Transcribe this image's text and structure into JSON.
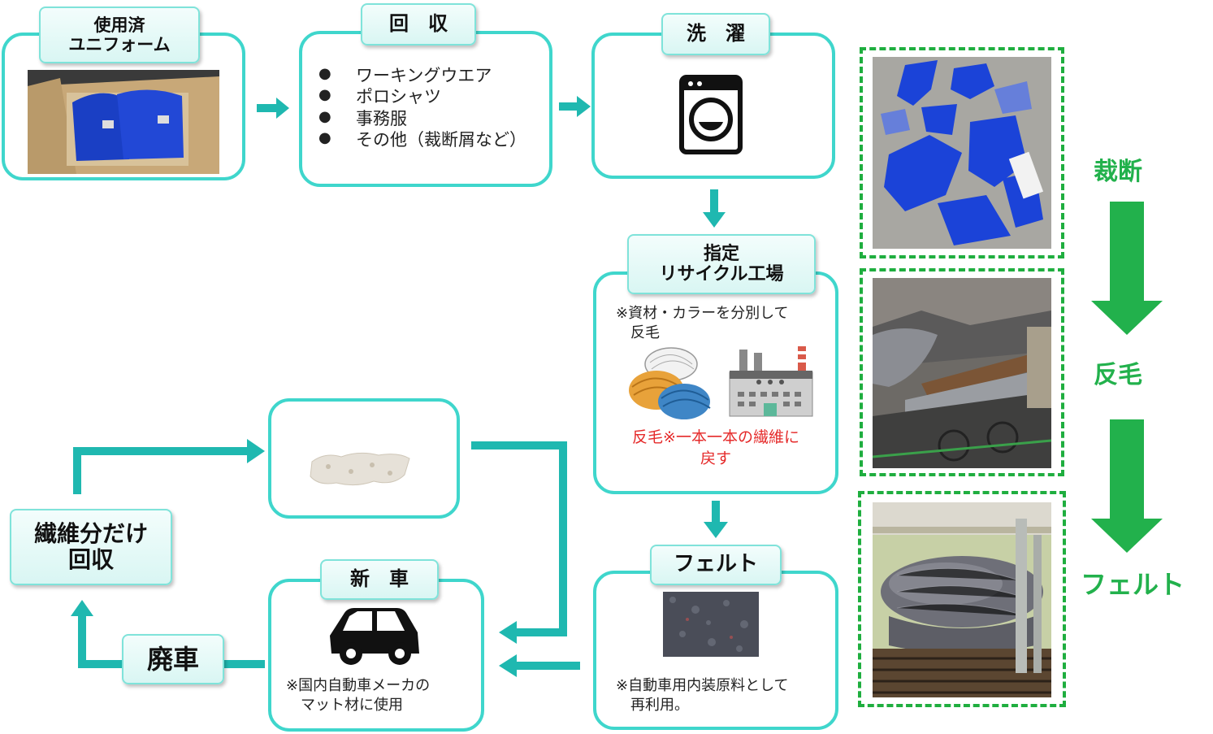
{
  "flow": {
    "used": {
      "title": "使用済\nユニフォーム",
      "photo_icon": "uniforms-in-box-photo"
    },
    "collect": {
      "title": "回　収",
      "items": [
        "ワーキングウエア",
        "ポロシャツ",
        "事務服",
        "その他（裁断屑など）"
      ]
    },
    "wash": {
      "title": "洗　濯",
      "icon": "washing-machine-icon"
    },
    "factory": {
      "title": "指定\nリサイクル工場",
      "note": "※資材・カラーを分別して\n　反毛",
      "red_note": "反毛※一本一本の繊維に\n戻す",
      "icons": [
        "yarn-balls-icon",
        "factory-icon"
      ]
    },
    "felt": {
      "title": "フェルト",
      "note": "※自動車用内装原料として\n　再利用。",
      "photo_icon": "felt-sample-photo"
    },
    "new_car": {
      "title": "新　車",
      "note": "※国内自動車メーカの\n　マット材に使用",
      "icon": "car-icon"
    },
    "mat": {
      "photo_icon": "fiber-mat-photo"
    },
    "scrap": {
      "label": "廃車"
    },
    "fiber_recover": {
      "label": "繊維分だけ\n回収"
    }
  },
  "side_steps": [
    "裁断",
    "反毛",
    "フェルト"
  ],
  "side_photos": [
    "cut-blue-fabric-photo",
    "fiber-opening-machine-photo",
    "felt-roll-photo"
  ],
  "colors": {
    "teal": "#3fd6cc",
    "arrow_teal": "#1fb8b0",
    "green": "#22b14c",
    "red": "#e52a2a"
  }
}
